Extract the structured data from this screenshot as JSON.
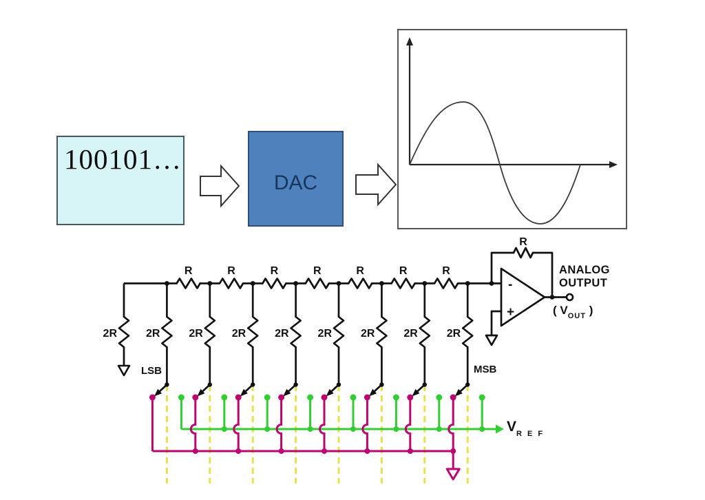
{
  "flow": {
    "binary_label": "100101…",
    "dac_label": "DAC",
    "waveform": "sine"
  },
  "circuit": {
    "series_resistors": [
      "R",
      "R",
      "R",
      "R",
      "R",
      "R",
      "R"
    ],
    "shunt_resistors": [
      "2R",
      "2R",
      "2R",
      "2R",
      "2R",
      "2R",
      "2R",
      "2R",
      "2R"
    ],
    "feedback_resistor": "R",
    "opamp": {
      "minus": "-",
      "plus": "+"
    },
    "labels": {
      "lsb": "LSB",
      "msb": "MSB",
      "analog_line1": "ANALOG",
      "analog_line2": "OUTPUT",
      "vout_pre": "( V",
      "vout_sub": "OUT",
      "vout_post": " )",
      "vref_main": "V",
      "vref_sub": "R E F"
    }
  },
  "colors": {
    "binary_box_fill": "#d7f4f6",
    "binary_box_border": "#45585c",
    "dac_fill": "#4f81bd",
    "dac_border": "#2c4d7e",
    "dac_text": "#17365d",
    "wire": "#111111",
    "switch_bus_magenta": "#ba0670",
    "vref_bus_green": "#33cc33",
    "bit_guide_yellow": "#e8e052"
  }
}
